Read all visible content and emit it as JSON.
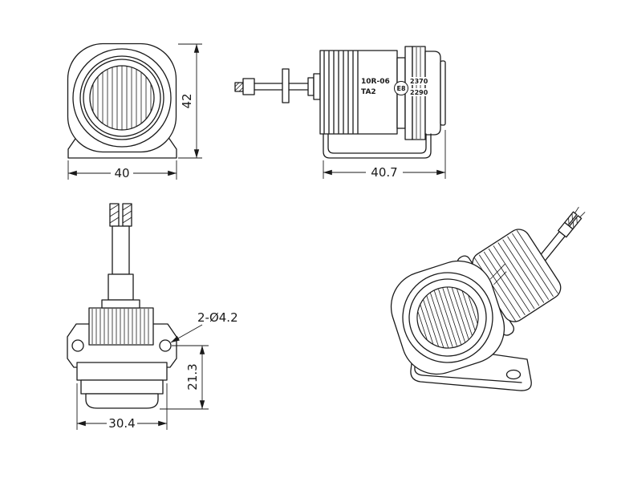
{
  "colors": {
    "background": "#ffffff",
    "line": "#1a1a1a"
  },
  "front_view": {
    "width_dim": "40",
    "height_dim": "42"
  },
  "side_view": {
    "length_dim": "40.7",
    "marking_line1": "10R-06",
    "marking_line2": "TA2",
    "emark_label": "E8",
    "approval_top": "2370",
    "approval_bottom": "2290"
  },
  "top_view": {
    "width_dim": "30.4",
    "height_dim": "21.3",
    "hole_callout": "2-Ø4.2"
  }
}
